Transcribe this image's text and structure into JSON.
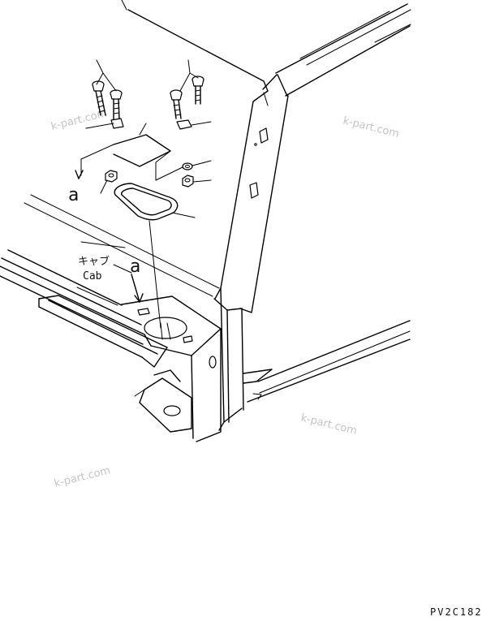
{
  "labels": {
    "callout_a_upper": "a",
    "callout_a_lower": "a",
    "cab_jp": "キャブ",
    "cab_en": "Cab",
    "drawing_code": "PV2C182"
  },
  "watermarks": [
    "k-part.com",
    "k-part.com",
    "k-part.com",
    "k-part.com"
  ]
}
